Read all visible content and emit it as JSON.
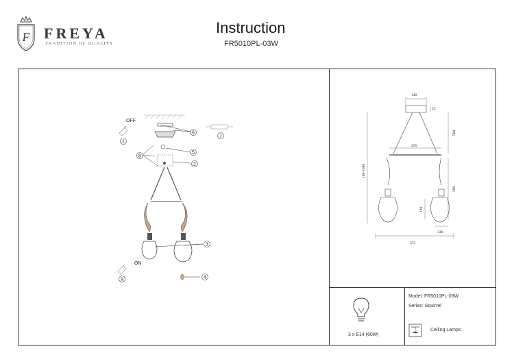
{
  "header": {
    "brand": "FREYA",
    "tagline": "TRADITION OF QUALITY",
    "title": "Instruction",
    "model_code": "FR5010PL-03W"
  },
  "assembly": {
    "switch_off": "OFF",
    "switch_on": "ON",
    "callouts": [
      "1",
      "2",
      "3",
      "4",
      "5",
      "6",
      "7",
      "8",
      "9"
    ]
  },
  "dimensions": {
    "canopy_width": "140",
    "canopy_height": "23",
    "upper_height": "500",
    "bar_width": "255",
    "total_height": "168-1080",
    "lower_height": "500",
    "shade_height": "130",
    "shade_diameter": "130",
    "total_width": "375"
  },
  "specs": {
    "bulb": "3 x E14 (60W)",
    "model": "Model: FR5010PL-03W",
    "series": "Series: Squirrel",
    "type": "Ceiling Lamps"
  }
}
